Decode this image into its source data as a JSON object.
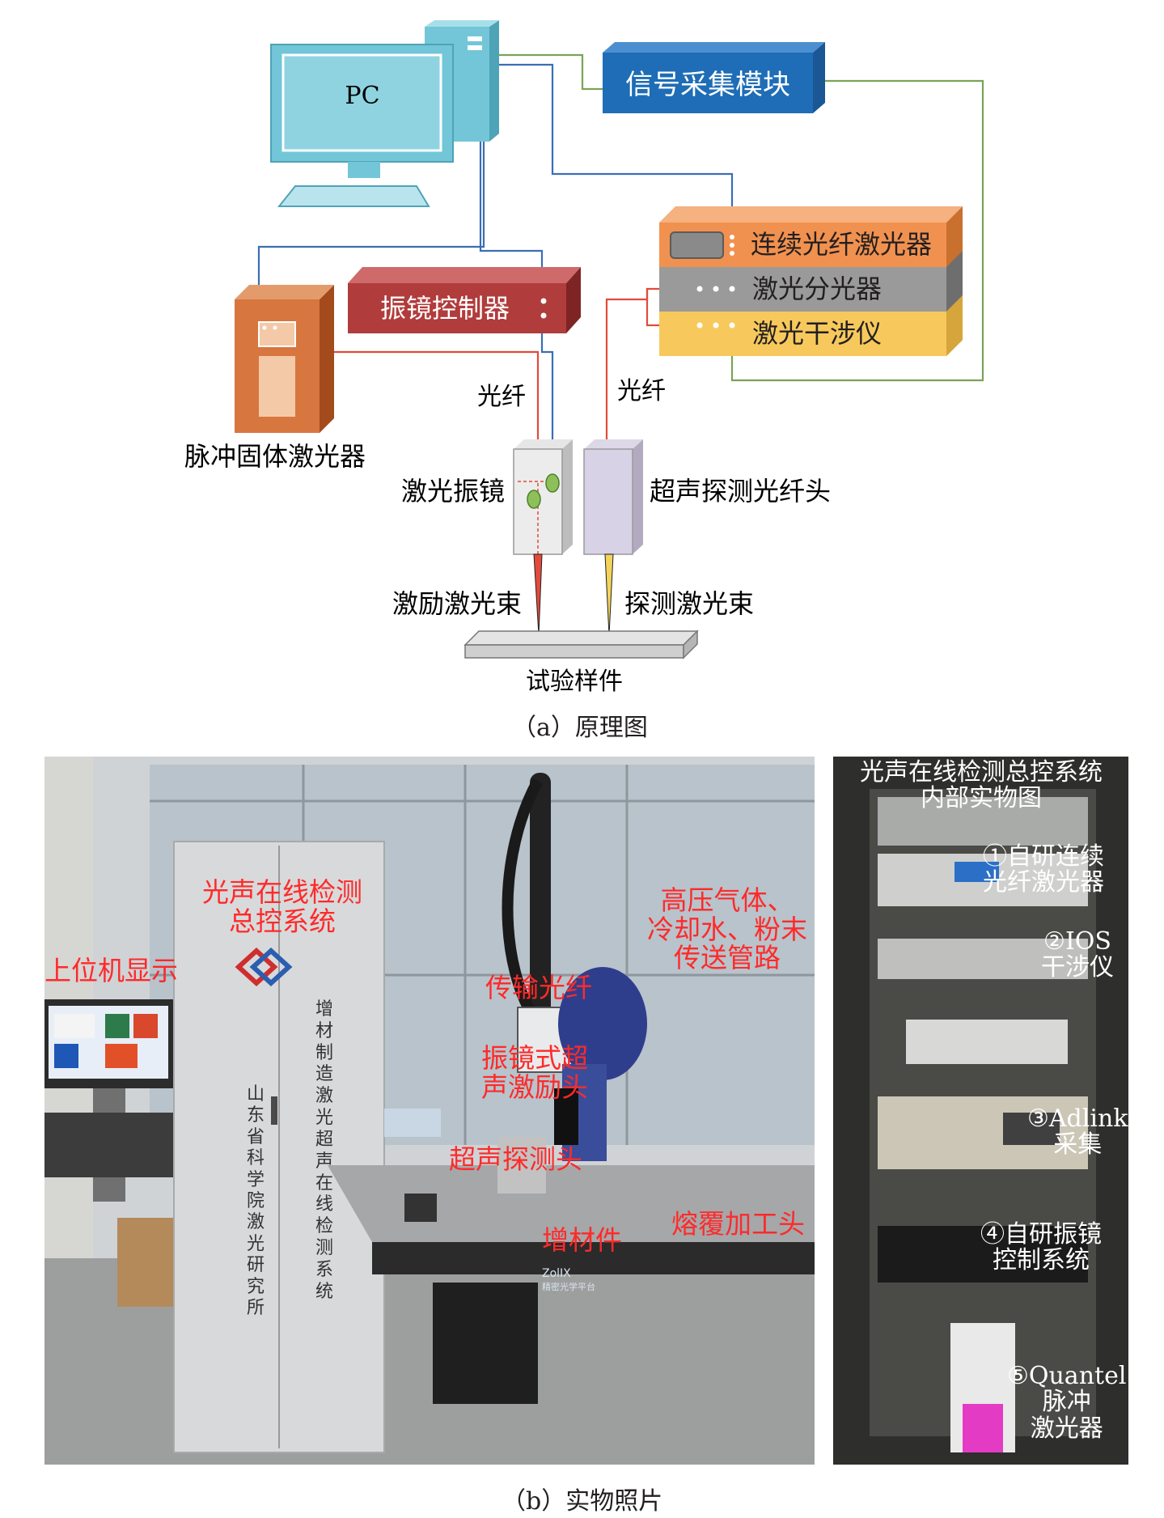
{
  "schematic": {
    "pc": "PC",
    "signal_module": "信号采集模块",
    "cw_laser": "连续光纤激光器",
    "splitter": "激光分光器",
    "interferometer": "激光干涉仪",
    "galvo_controller": "振镜控制器",
    "pulse_laser": "脉冲固体激光器",
    "fiber_left": "光纤",
    "fiber_right": "光纤",
    "galvo_head": "激光振镜",
    "ut_probe": "超声探测光纤头",
    "excitation_beam": "激励激光束",
    "detection_beam": "探测激光束",
    "specimen": "试验样件"
  },
  "caption_a": "（a）原理图",
  "caption_b": "（b）实物照片",
  "photo_left": {
    "cabinet_label": "光声在线检测\n总控系统",
    "host_display": "上位机显示",
    "cabinet_vertical_left": "山东省科学院激光研究所",
    "cabinet_vertical_right": "增材制造激光超声在线检测系统",
    "pipes": "高压气体、\n冷却水、粉末\n传送管路",
    "transfer_fiber": "传输光纤",
    "galvo_excitation": "振镜式超\n声激励头",
    "ut_probe_head": "超声探测头",
    "am_part": "增材件",
    "cladding_head": "熔覆加工头",
    "platform_brand": "ZolIX",
    "platform_text": "精密光学平台"
  },
  "photo_right": {
    "title": "光声在线检测总控系统\n内部实物图",
    "item1": "①自研连续\n光纤激光器",
    "item2": "②IOS\n干涉仪",
    "item3": "③Adlink\n采集",
    "item4": "④自研振镜\n控制系统",
    "item5": "⑤Quantel\n脉冲\n激光器"
  },
  "colors": {
    "blue_module": "#1e6db6",
    "orange_laser": "#f1914f",
    "gray_splitter": "#8f8f8f",
    "yellow_interf": "#f7c95c",
    "red_controller": "#b13c3c",
    "pc_teal": "#72c6d8",
    "pulse_orange": "#c75f2e",
    "wire_blue": "#3b6eb5",
    "wire_red": "#e24b3b",
    "wire_green": "#7aa356"
  }
}
